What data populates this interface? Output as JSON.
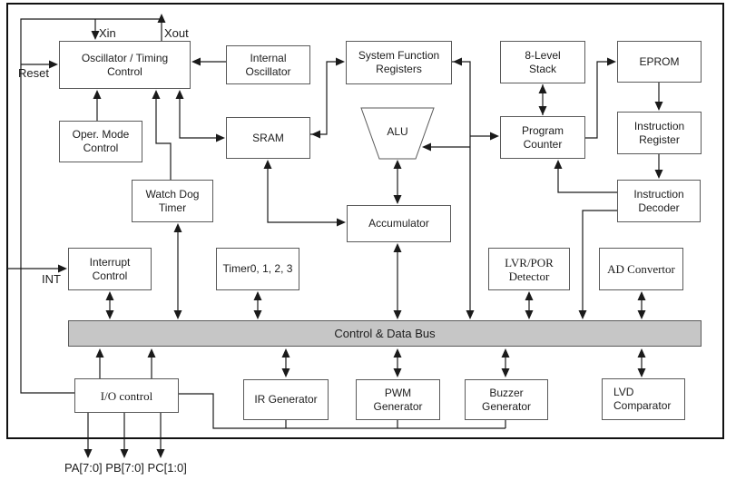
{
  "blocks": {
    "oscillator": "Oscillator / Timing\nControl",
    "internal_oscillator": "Internal\nOscillator",
    "system_function_registers": "System Function\nRegisters",
    "stack": "8-Level\nStack",
    "eprom": "EPROM",
    "oper_mode_control": "Oper. Mode\nControl",
    "sram": "SRAM",
    "alu": "ALU",
    "program_counter": "Program\nCounter",
    "instruction_register": "Instruction\nRegister",
    "watch_dog_timer": "Watch Dog\nTimer",
    "accumulator": "Accumulator",
    "instruction_decoder": "Instruction\nDecoder",
    "interrupt_control": "Interrupt\nControl",
    "timers": "Timer0, 1, 2, 3",
    "lvr_por_detector": "LVR/POR\nDetector",
    "ad_convertor": "AD Convertor",
    "bus": "Control & Data Bus",
    "io_control": "I/O control",
    "ir_generator": "IR Generator",
    "pwm_generator": "PWM\nGenerator",
    "buzzer_generator": "Buzzer\nGenerator",
    "lvd_comparator": "LVD\nComparator"
  },
  "pins": {
    "xin": "Xin",
    "xout": "Xout",
    "reset": "Reset",
    "int": "INT",
    "ports": "PA[7:0] PB[7:0] PC[1:0]"
  },
  "colors": {
    "bus_fill": "#c6c6c6",
    "line": "#1a1a1a",
    "box_border": "#5a5a5a"
  }
}
